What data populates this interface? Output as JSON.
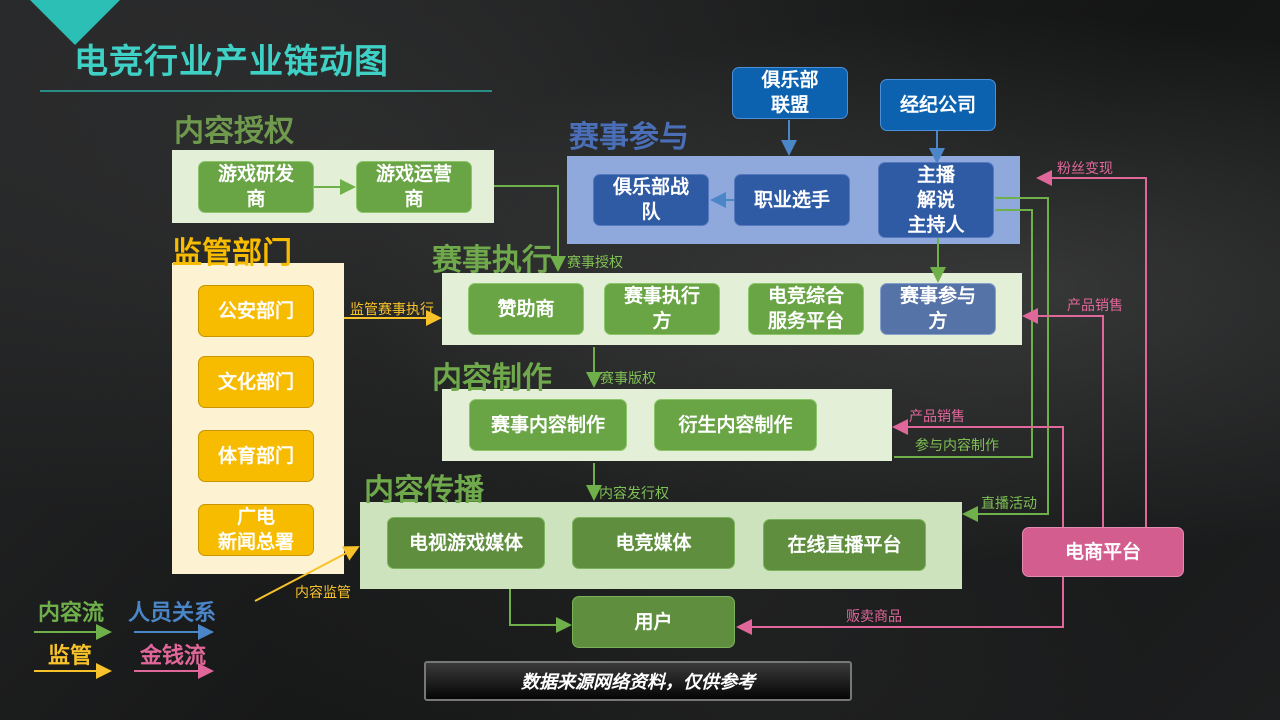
{
  "title": "电竞行业产业链动图",
  "sections": {
    "content_license": "内容授权",
    "regulators": "监管部门",
    "event_participation": "赛事参与",
    "event_execution": "赛事执行",
    "content_production": "内容制作",
    "content_distribution": "内容传播"
  },
  "nodes": {
    "game_developer": "游戏研发\n商",
    "game_operator": "游戏运营\n商",
    "public_security": "公安部门",
    "culture_dept": "文化部门",
    "sports_dept": "体育部门",
    "broadcast_admin": "广电\n新闻总署",
    "club_league": "俱乐部\n联盟",
    "agency": "经纪公司",
    "club_team": "俱乐部战\n队",
    "pro_player": "职业选手",
    "anchor": "主播\n解说\n主持人",
    "sponsor": "赞助商",
    "event_executor": "赛事执行\n方",
    "esports_service": "电竞综合\n服务平台",
    "event_participant": "赛事参与\n方",
    "event_content": "赛事内容制作",
    "derivative_content": "衍生内容制作",
    "tv_media": "电视游戏媒体",
    "esports_media": "电竞媒体",
    "live_platform": "在线直播平台",
    "user": "用户",
    "ecommerce": "电商平台"
  },
  "edge_labels": {
    "event_license": "赛事授权",
    "regulate_execution": "监管赛事执行",
    "event_copyright": "赛事版权",
    "content_distribution_right": "内容发行权",
    "content_supervision": "内容监管",
    "fan_monetization": "粉丝变现",
    "product_sales_1": "产品销售",
    "product_sales_2": "产品销售",
    "join_content_production": "参与内容制作",
    "live_activity": "直播活动",
    "sell_goods": "贩卖商品"
  },
  "legend": {
    "content_flow": "内容流",
    "personnel": "人员关系",
    "supervision": "监管",
    "money_flow": "金钱流"
  },
  "colors": {
    "content_flow": "#6fb04a",
    "personnel": "#4a86c8",
    "supervision": "#f7c22a",
    "money_flow": "#e0679a",
    "title": "#3fd0c6"
  },
  "footer_note": "数据来源网络资料，仅供参考"
}
